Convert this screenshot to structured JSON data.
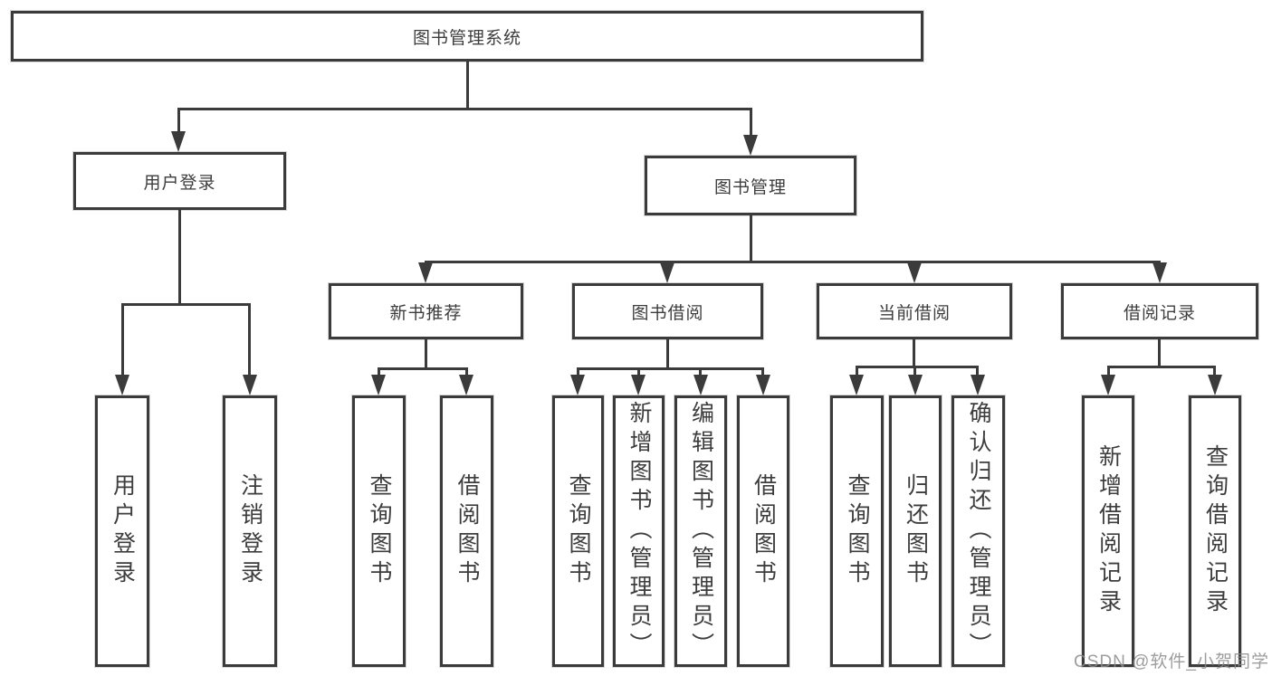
{
  "colors": {
    "line": "#3b3b3b",
    "box_border": "#3b3b3b",
    "text": "#3d3d3d",
    "background": "#ffffff",
    "watermark": "#8c8c8c"
  },
  "root": {
    "label": "图书管理系统"
  },
  "level2": {
    "user_login": {
      "label": "用户登录"
    },
    "book_mgmt": {
      "label": "图书管理"
    }
  },
  "level3": {
    "new_books": {
      "label": "新书推荐"
    },
    "borrowing": {
      "label": "图书借阅"
    },
    "current": {
      "label": "当前借阅"
    },
    "records": {
      "label": "借阅记录"
    }
  },
  "leaves": {
    "user_login_leaf": {
      "label": "用户登录"
    },
    "logout": {
      "label": "注销登录"
    },
    "nb_query": {
      "label": "查询图书"
    },
    "nb_borrow": {
      "label": "借阅图书"
    },
    "bb_query": {
      "label": "查询图书"
    },
    "bb_add": {
      "label": "新增图书（管理员）"
    },
    "bb_edit": {
      "label": "编辑图书（管理员）"
    },
    "bb_borrow": {
      "label": "借阅图书"
    },
    "cb_query": {
      "label": "查询图书"
    },
    "cb_return": {
      "label": "归还图书"
    },
    "cb_confirm": {
      "label": "确认归还（管理员）"
    },
    "rec_add": {
      "label": "新增借阅记录"
    },
    "rec_query": {
      "label": "查询借阅记录"
    }
  },
  "watermark": {
    "text": "CSDN @软件_小贺同学"
  }
}
